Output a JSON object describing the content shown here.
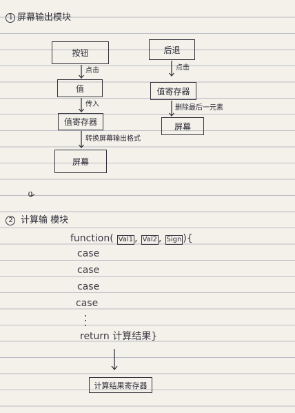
{
  "section1": {
    "number": "1",
    "title": "屏幕输出模块"
  },
  "left_flow": {
    "box_button": "按钮",
    "arrow1": "点击",
    "box_value": "值",
    "arrow2": "传入",
    "box_register": "值寄存器",
    "arrow3": "转换屏幕输出格式",
    "box_screen": "屏幕"
  },
  "right_flow": {
    "box_back": "后退",
    "arrow1": "点击",
    "box_register": "值寄存器",
    "arrow2": "删除最后一元素",
    "box_screen": "屏幕"
  },
  "section2": {
    "number": "2",
    "title": "计算输 模块"
  },
  "function_block": {
    "func_name": "function",
    "open_paren": "(",
    "params": [
      "Val1",
      "Val2",
      "Sign"
    ],
    "comma": ",",
    "close_brace_open": "){",
    "cases": [
      "case",
      "case",
      "case",
      "case"
    ],
    "return_line": "return 计算结果}",
    "result_box": "计算结果寄存器"
  }
}
